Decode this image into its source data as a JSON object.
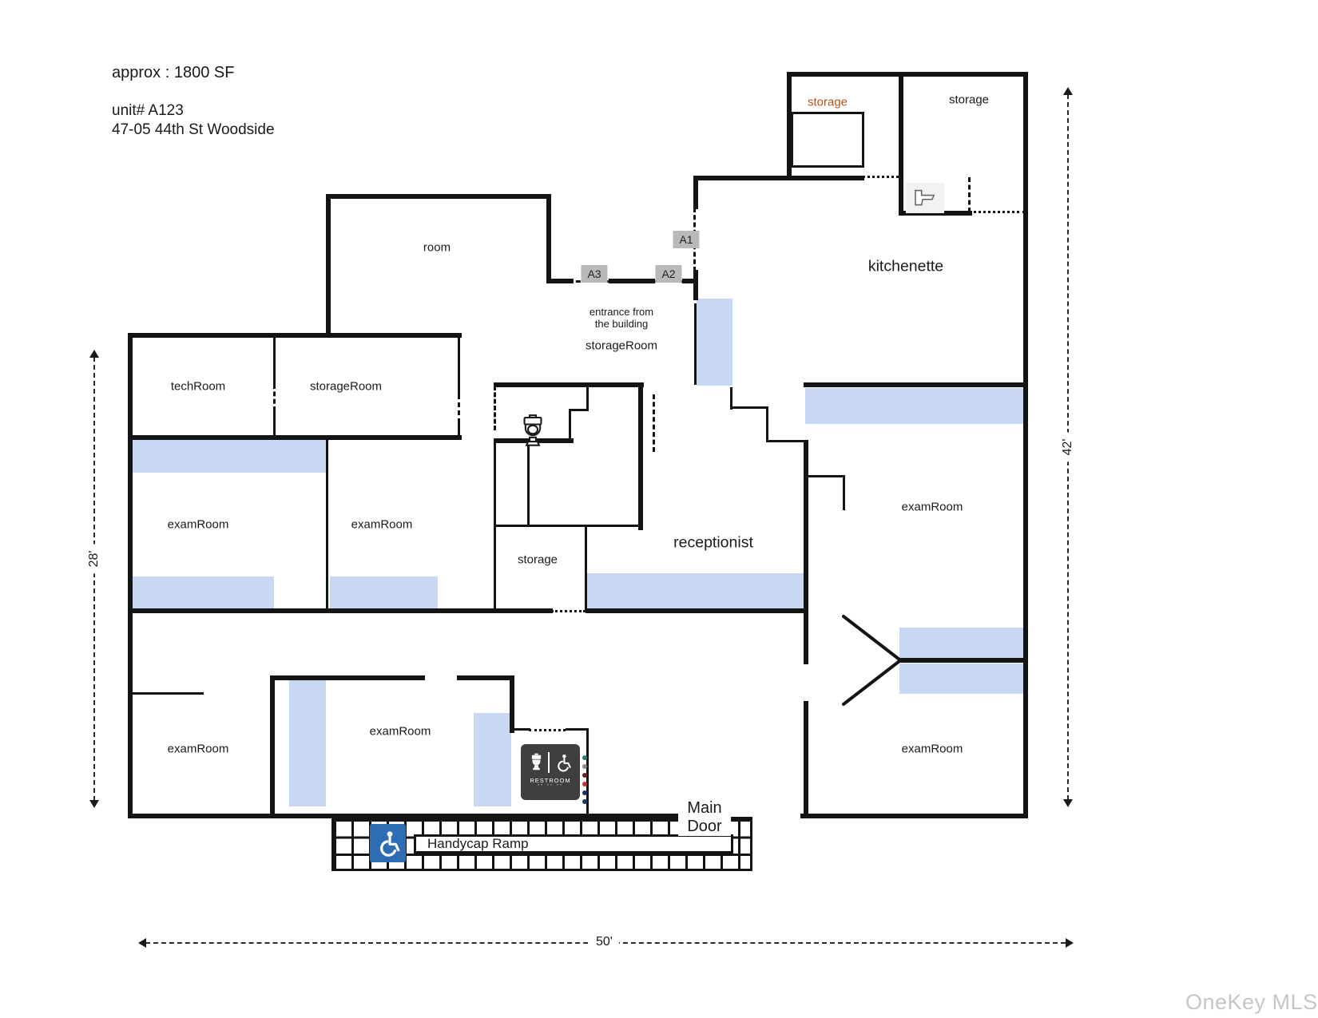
{
  "header": {
    "approx_sf": "approx : 1800 SF",
    "unit": "unit# A123",
    "address": "47-05 44th St Woodside"
  },
  "rooms": {
    "top_storage_left": "storage",
    "top_storage_right": "storage",
    "kitchenette": "kitchenette",
    "room": "room",
    "tech_room": "techRoom",
    "storage_room": "storageRoom",
    "corridor_storage_room": "storageRoom",
    "entrance_line1": "entrance from",
    "entrance_line2": "the building",
    "receptionist": "receptionist",
    "center_storage": "storage",
    "exam_room": "examRoom"
  },
  "door_markers": {
    "a1": "A1",
    "a2": "A2",
    "a3": "A3"
  },
  "dimensions": {
    "width_bottom": "50'",
    "height_right": "42'",
    "height_left": "28'"
  },
  "entrance": {
    "main_door_line1": "Main",
    "main_door_line2": "Door",
    "ramp_label": "Handycap Ramp"
  },
  "restroom_sign": {
    "label": "RESTROOM"
  },
  "watermark": "OneKey MLS",
  "colors": {
    "wall": "#141414",
    "highlight_band": "#c8d7f2",
    "door_marker_bg": "#b9b9b9",
    "storage_accent": "#b5531c",
    "handicap_blue": "#2e6db4",
    "plaque_bg": "#3f3f3f"
  }
}
